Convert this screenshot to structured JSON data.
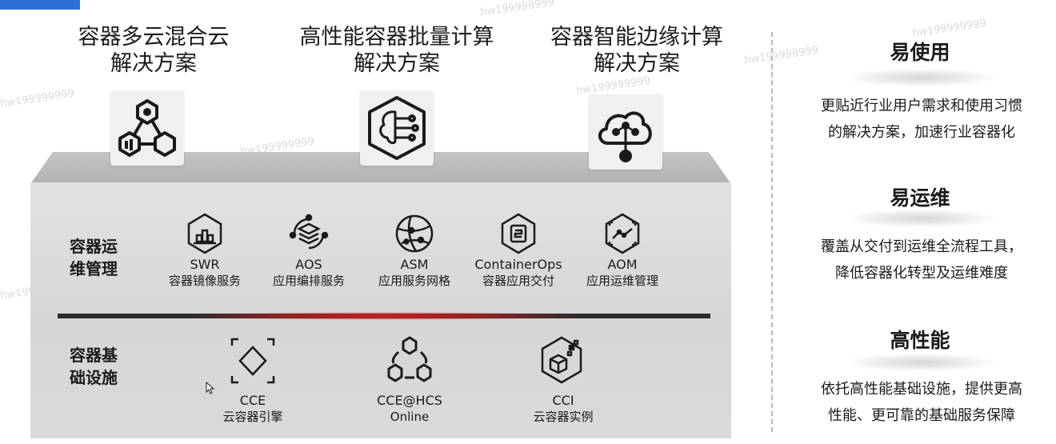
{
  "solutions": [
    {
      "line1": "容器多云混合云",
      "line2": "解决方案",
      "icon": "hexagon-network-icon"
    },
    {
      "line1": "高性能容器批量计算",
      "line2": "解决方案",
      "icon": "ai-brain-icon"
    },
    {
      "line1": "容器智能边缘计算",
      "line2": "解决方案",
      "icon": "edge-cloud-icon"
    }
  ],
  "ops_layer": {
    "label": "容器运维管理",
    "label_lines": [
      "容器运",
      "维管理"
    ],
    "services": [
      {
        "name": "SWR",
        "desc": "容器镜像服务",
        "icon": "image-repository-icon"
      },
      {
        "name": "AOS",
        "desc": "应用编排服务",
        "icon": "orchestration-icon"
      },
      {
        "name": "ASM",
        "desc": "应用服务网格",
        "icon": "service-mesh-icon"
      },
      {
        "name": "ContainerOps",
        "desc": "容器应用交付",
        "icon": "pipeline-icon"
      },
      {
        "name": "AOM",
        "desc": "应用运维管理",
        "icon": "monitoring-icon"
      }
    ]
  },
  "infra_layer": {
    "label": "容器基础设施",
    "label_lines": [
      "容器基",
      "础设施"
    ],
    "services": [
      {
        "name": "CCE",
        "desc": "云容器引擎",
        "icon": "container-engine-icon"
      },
      {
        "name": "CCE@HCS",
        "desc": "Online",
        "icon": "hex-cluster-icon"
      },
      {
        "name": "CCI",
        "desc": "云容器实例",
        "icon": "container-instance-icon"
      }
    ]
  },
  "features": [
    {
      "title": "易使用",
      "line1": "更贴近行业用户需求和使用习惯",
      "line2": "的解决方案，加速行业容器化"
    },
    {
      "title": "易运维",
      "line1": "覆盖从交付到运维全流程工具，",
      "line2": "降低容器化转型及运维难度"
    },
    {
      "title": "高性能",
      "line1": "依托高性能基础设施，提供更高",
      "line2": "性能、更可靠的基础服务保障"
    }
  ],
  "watermark": "hw199999999",
  "colors": {
    "accent_bar": "#2e6fd6",
    "divider_glow": "#dc1e1e",
    "panel": "#d9d9d9"
  }
}
